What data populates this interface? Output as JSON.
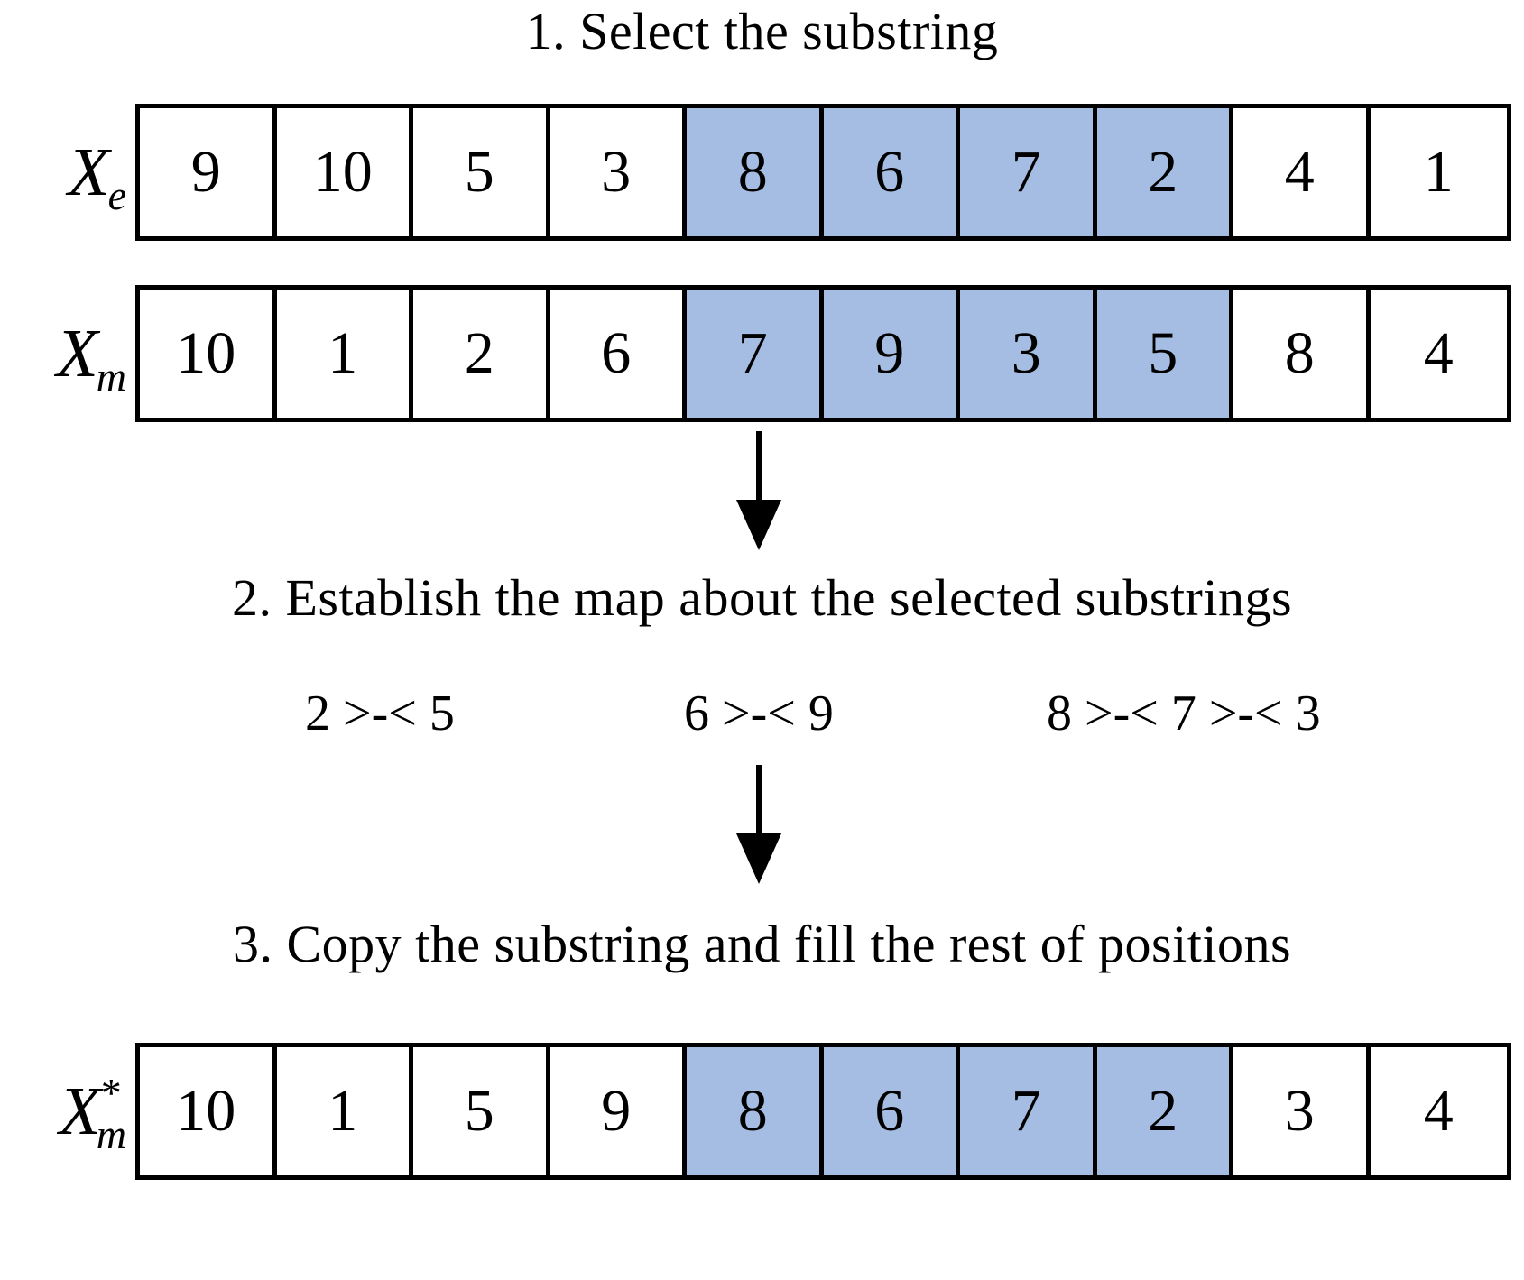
{
  "diagram": {
    "title_step1": "1.  Select the substring",
    "title_step2": "2. Establish the map about the selected substrings",
    "title_step3": "3. Copy the substring and fill the rest of positions",
    "highlight_color": "#a5bde2",
    "border_color": "#000000",
    "background_color": "#ffffff"
  },
  "rows": [
    {
      "label_base": "X",
      "label_sub": "e",
      "label_sup": "",
      "values": [
        "9",
        "10",
        "5",
        "3",
        "8",
        "6",
        "7",
        "2",
        "4",
        "1"
      ],
      "selected": [
        false,
        false,
        false,
        false,
        true,
        true,
        true,
        true,
        false,
        false
      ]
    },
    {
      "label_base": "X",
      "label_sub": "m",
      "label_sup": "",
      "values": [
        "10",
        "1",
        "2",
        "6",
        "7",
        "9",
        "3",
        "5",
        "8",
        "4"
      ],
      "selected": [
        false,
        false,
        false,
        false,
        true,
        true,
        true,
        true,
        false,
        false
      ]
    },
    {
      "label_base": "X",
      "label_sub": "m",
      "label_sup": "*",
      "values": [
        "10",
        "1",
        "5",
        "9",
        "8",
        "6",
        "7",
        "2",
        "3",
        "4"
      ],
      "selected": [
        false,
        false,
        false,
        false,
        true,
        true,
        true,
        true,
        false,
        false
      ]
    }
  ],
  "map": {
    "items": [
      "2 >-< 5",
      "6 >-< 9",
      "8 >-< 7 >-< 3"
    ]
  },
  "arrows": {
    "arrow_1_name": "down-arrow-icon",
    "arrow_2_name": "down-arrow-icon"
  }
}
